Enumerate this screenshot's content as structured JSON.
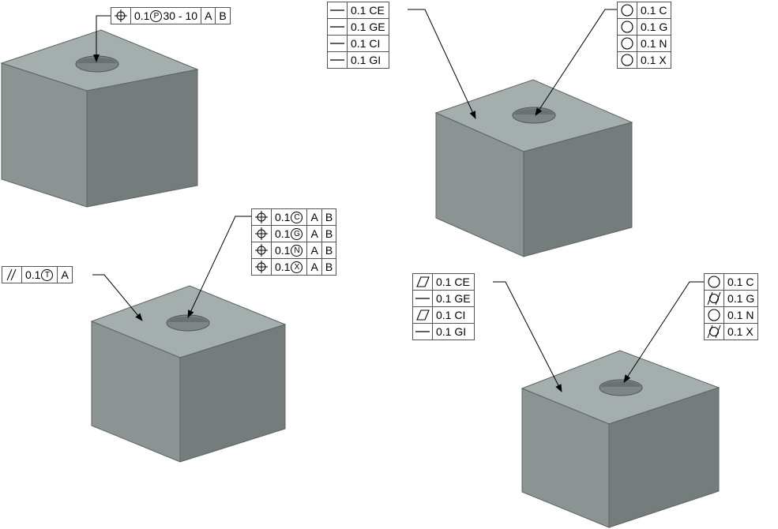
{
  "colors": {
    "top_face": "#a4aeac",
    "left_face": "#8b9493",
    "right_face": "#747d7c",
    "hole": "#7e8685",
    "edge": "#5c6463",
    "leader": "#000000"
  },
  "groups": [
    {
      "id": "g1",
      "frames": [
        {
          "symbol": "position-icon",
          "tolerance": "0.1",
          "modifier": "P",
          "extra": "30 - 10",
          "datums": [
            "A",
            "B"
          ]
        }
      ]
    },
    {
      "id": "g2",
      "frames": [
        {
          "symbol": "straightness-icon",
          "tolerance": "0.1 CE"
        },
        {
          "symbol": "straightness-icon",
          "tolerance": "0.1 GE"
        },
        {
          "symbol": "straightness-icon",
          "tolerance": "0.1 CI"
        },
        {
          "symbol": "straightness-icon",
          "tolerance": "0.1 GI"
        }
      ]
    },
    {
      "id": "g3",
      "frames": [
        {
          "symbol": "circularity-icon",
          "tolerance": "0.1 C"
        },
        {
          "symbol": "circularity-icon",
          "tolerance": "0.1 G"
        },
        {
          "symbol": "circularity-icon",
          "tolerance": "0.1 N"
        },
        {
          "symbol": "circularity-icon",
          "tolerance": "0.1 X"
        }
      ]
    },
    {
      "id": "g4",
      "frames": [
        {
          "symbol": "position-icon",
          "tolerance": "0.1",
          "modifier": "C",
          "datums": [
            "A",
            "B"
          ]
        },
        {
          "symbol": "position-icon",
          "tolerance": "0.1",
          "modifier": "G",
          "datums": [
            "A",
            "B"
          ]
        },
        {
          "symbol": "position-icon",
          "tolerance": "0.1",
          "modifier": "N",
          "datums": [
            "A",
            "B"
          ]
        },
        {
          "symbol": "position-icon",
          "tolerance": "0.1",
          "modifier": "X",
          "datums": [
            "A",
            "B"
          ]
        }
      ]
    },
    {
      "id": "g5",
      "frames": [
        {
          "symbol": "parallelism-icon",
          "tolerance": "0.1",
          "modifier": "T",
          "datums": [
            "A"
          ]
        }
      ]
    },
    {
      "id": "g6",
      "frames": [
        {
          "symbol": "flatness-icon",
          "tolerance": "0.1 CE"
        },
        {
          "symbol": "straightness-icon",
          "tolerance": "0.1 GE"
        },
        {
          "symbol": "flatness-icon",
          "tolerance": "0.1 CI"
        },
        {
          "symbol": "straightness-icon",
          "tolerance": "0.1 GI"
        }
      ]
    },
    {
      "id": "g7",
      "frames": [
        {
          "symbol": "circularity-icon",
          "tolerance": "0.1 C"
        },
        {
          "symbol": "cylindricity-icon",
          "tolerance": "0.1 G"
        },
        {
          "symbol": "circularity-icon",
          "tolerance": "0.1 N"
        },
        {
          "symbol": "cylindricity-icon",
          "tolerance": "0.1 X"
        }
      ]
    }
  ]
}
